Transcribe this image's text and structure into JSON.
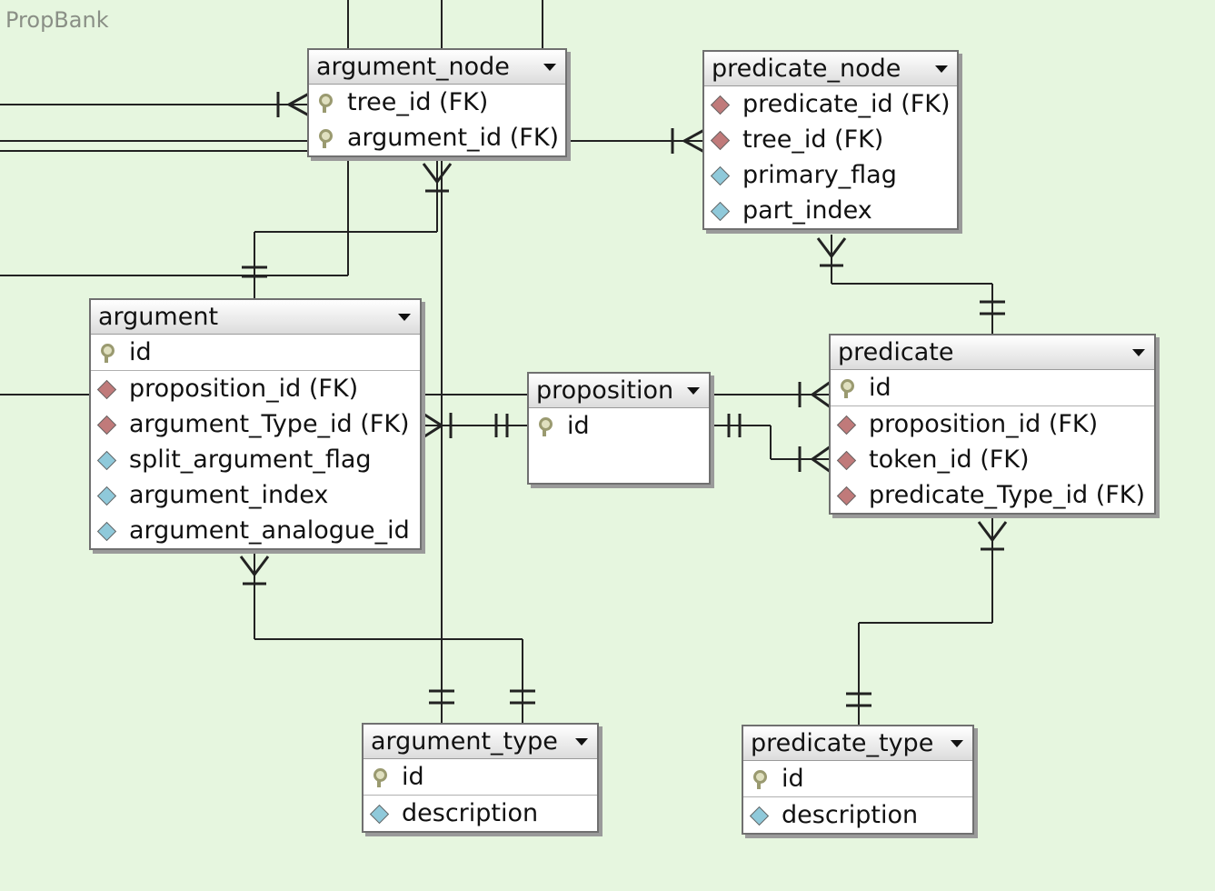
{
  "group_label": "PropBank",
  "entities": {
    "argument_node": {
      "name": "argument_node",
      "columns": [
        {
          "icon": "primary-key-icon",
          "label": "tree_id (FK)"
        },
        {
          "icon": "primary-key-icon",
          "label": "argument_id (FK)"
        }
      ]
    },
    "predicate_node": {
      "name": "predicate_node",
      "columns": [
        {
          "icon": "foreign-key-icon",
          "label": "predicate_id (FK)"
        },
        {
          "icon": "foreign-key-icon",
          "label": "tree_id (FK)"
        },
        {
          "icon": "attribute-icon",
          "label": "primary_flag"
        },
        {
          "icon": "attribute-icon",
          "label": "part_index"
        }
      ]
    },
    "argument": {
      "name": "argument",
      "key_columns": [
        {
          "icon": "primary-key-icon",
          "label": "id"
        }
      ],
      "columns": [
        {
          "icon": "foreign-key-icon",
          "label": "proposition_id (FK)"
        },
        {
          "icon": "foreign-key-icon",
          "label": "argument_Type_id (FK)"
        },
        {
          "icon": "attribute-icon",
          "label": "split_argument_flag"
        },
        {
          "icon": "attribute-icon",
          "label": "argument_index"
        },
        {
          "icon": "attribute-icon",
          "label": "argument_analogue_id"
        }
      ]
    },
    "proposition": {
      "name": "proposition",
      "key_columns": [
        {
          "icon": "primary-key-icon",
          "label": "id"
        }
      ]
    },
    "predicate": {
      "name": "predicate",
      "key_columns": [
        {
          "icon": "primary-key-icon",
          "label": "id"
        }
      ],
      "columns": [
        {
          "icon": "foreign-key-icon",
          "label": "proposition_id (FK)"
        },
        {
          "icon": "foreign-key-icon",
          "label": "token_id (FK)"
        },
        {
          "icon": "foreign-key-icon",
          "label": "predicate_Type_id (FK)"
        }
      ]
    },
    "argument_type": {
      "name": "argument_type",
      "key_columns": [
        {
          "icon": "primary-key-icon",
          "label": "id"
        }
      ],
      "columns": [
        {
          "icon": "attribute-icon",
          "label": "description"
        }
      ]
    },
    "predicate_type": {
      "name": "predicate_type",
      "key_columns": [
        {
          "icon": "primary-key-icon",
          "label": "id"
        }
      ],
      "columns": [
        {
          "icon": "attribute-icon",
          "label": "description"
        }
      ]
    }
  }
}
